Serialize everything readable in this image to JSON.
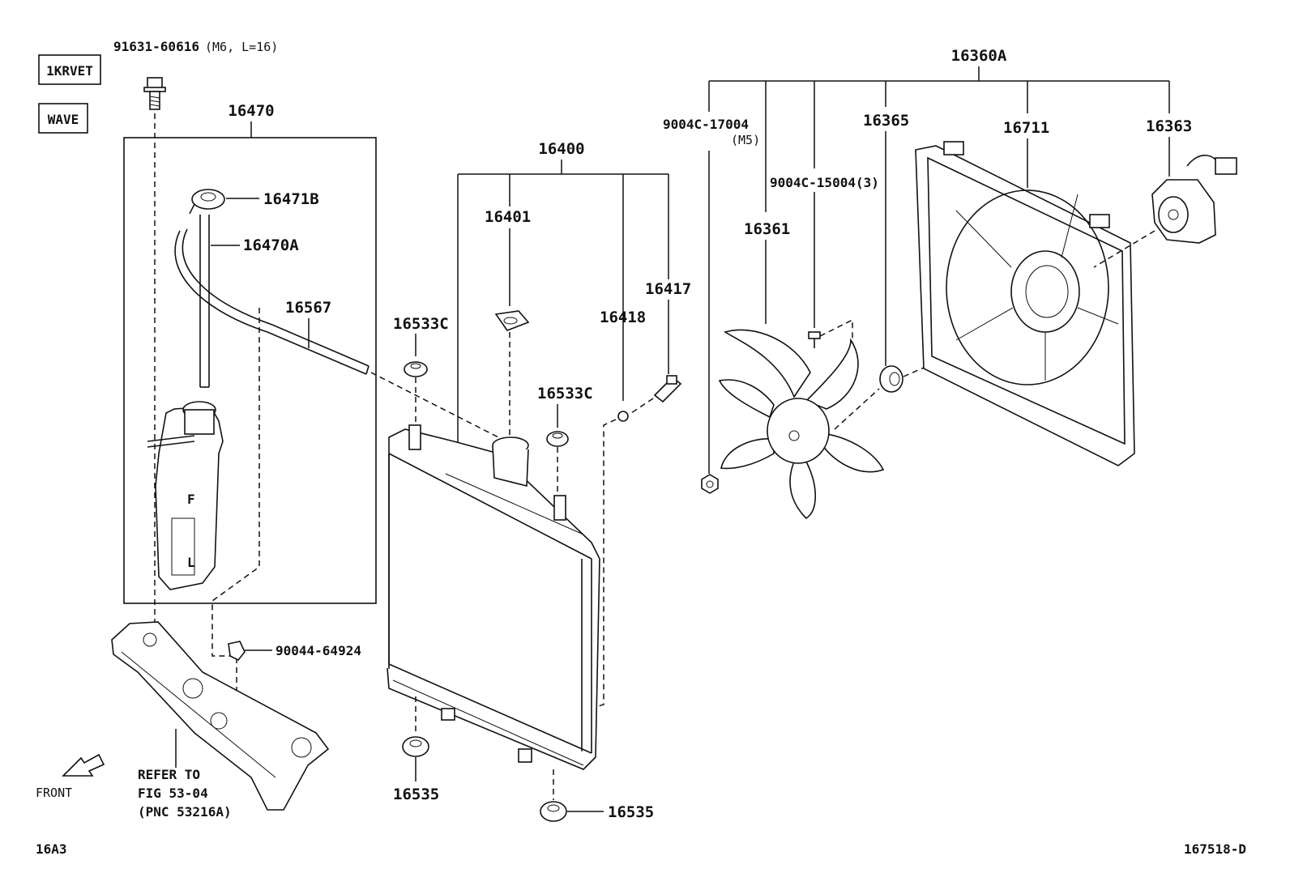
{
  "engine_codes": [
    "1KRVET",
    "WAVE"
  ],
  "labels": {
    "bolt_91631": "91631-60616",
    "bolt_91631_spec": "(M6, L=16)",
    "tank_assy": "16470",
    "cap_16471b": "16471B",
    "hose_16470a": "16470A",
    "hose_16567": "16567",
    "clip_90044": "90044-64924",
    "radiator_assy": "16400",
    "cap_16401": "16401",
    "cushion_16533c_1": "16533C",
    "cushion_16533c_2": "16533C",
    "plug_16418": "16418",
    "cock_16417": "16417",
    "cushion_16535_1": "16535",
    "cushion_16535_2": "16535",
    "fan_assy": "16360A",
    "nut_9004c_17004": "9004C-17004",
    "nut_9004c_17004_spec": "(M5)",
    "screw_9004c_15004": "9004C-15004(3)",
    "fan_16361": "16361",
    "washer_16365": "16365",
    "shroud_16711": "16711",
    "motor_16363": "16363"
  },
  "refer": {
    "line1": "REFER TO",
    "line2": "FIG 53-04",
    "line3": "(PNC 53216A)"
  },
  "front_label": "FRONT",
  "footer": {
    "left": "16A3",
    "right": "167518-D"
  },
  "icons": [
    "front-arrow-icon"
  ]
}
